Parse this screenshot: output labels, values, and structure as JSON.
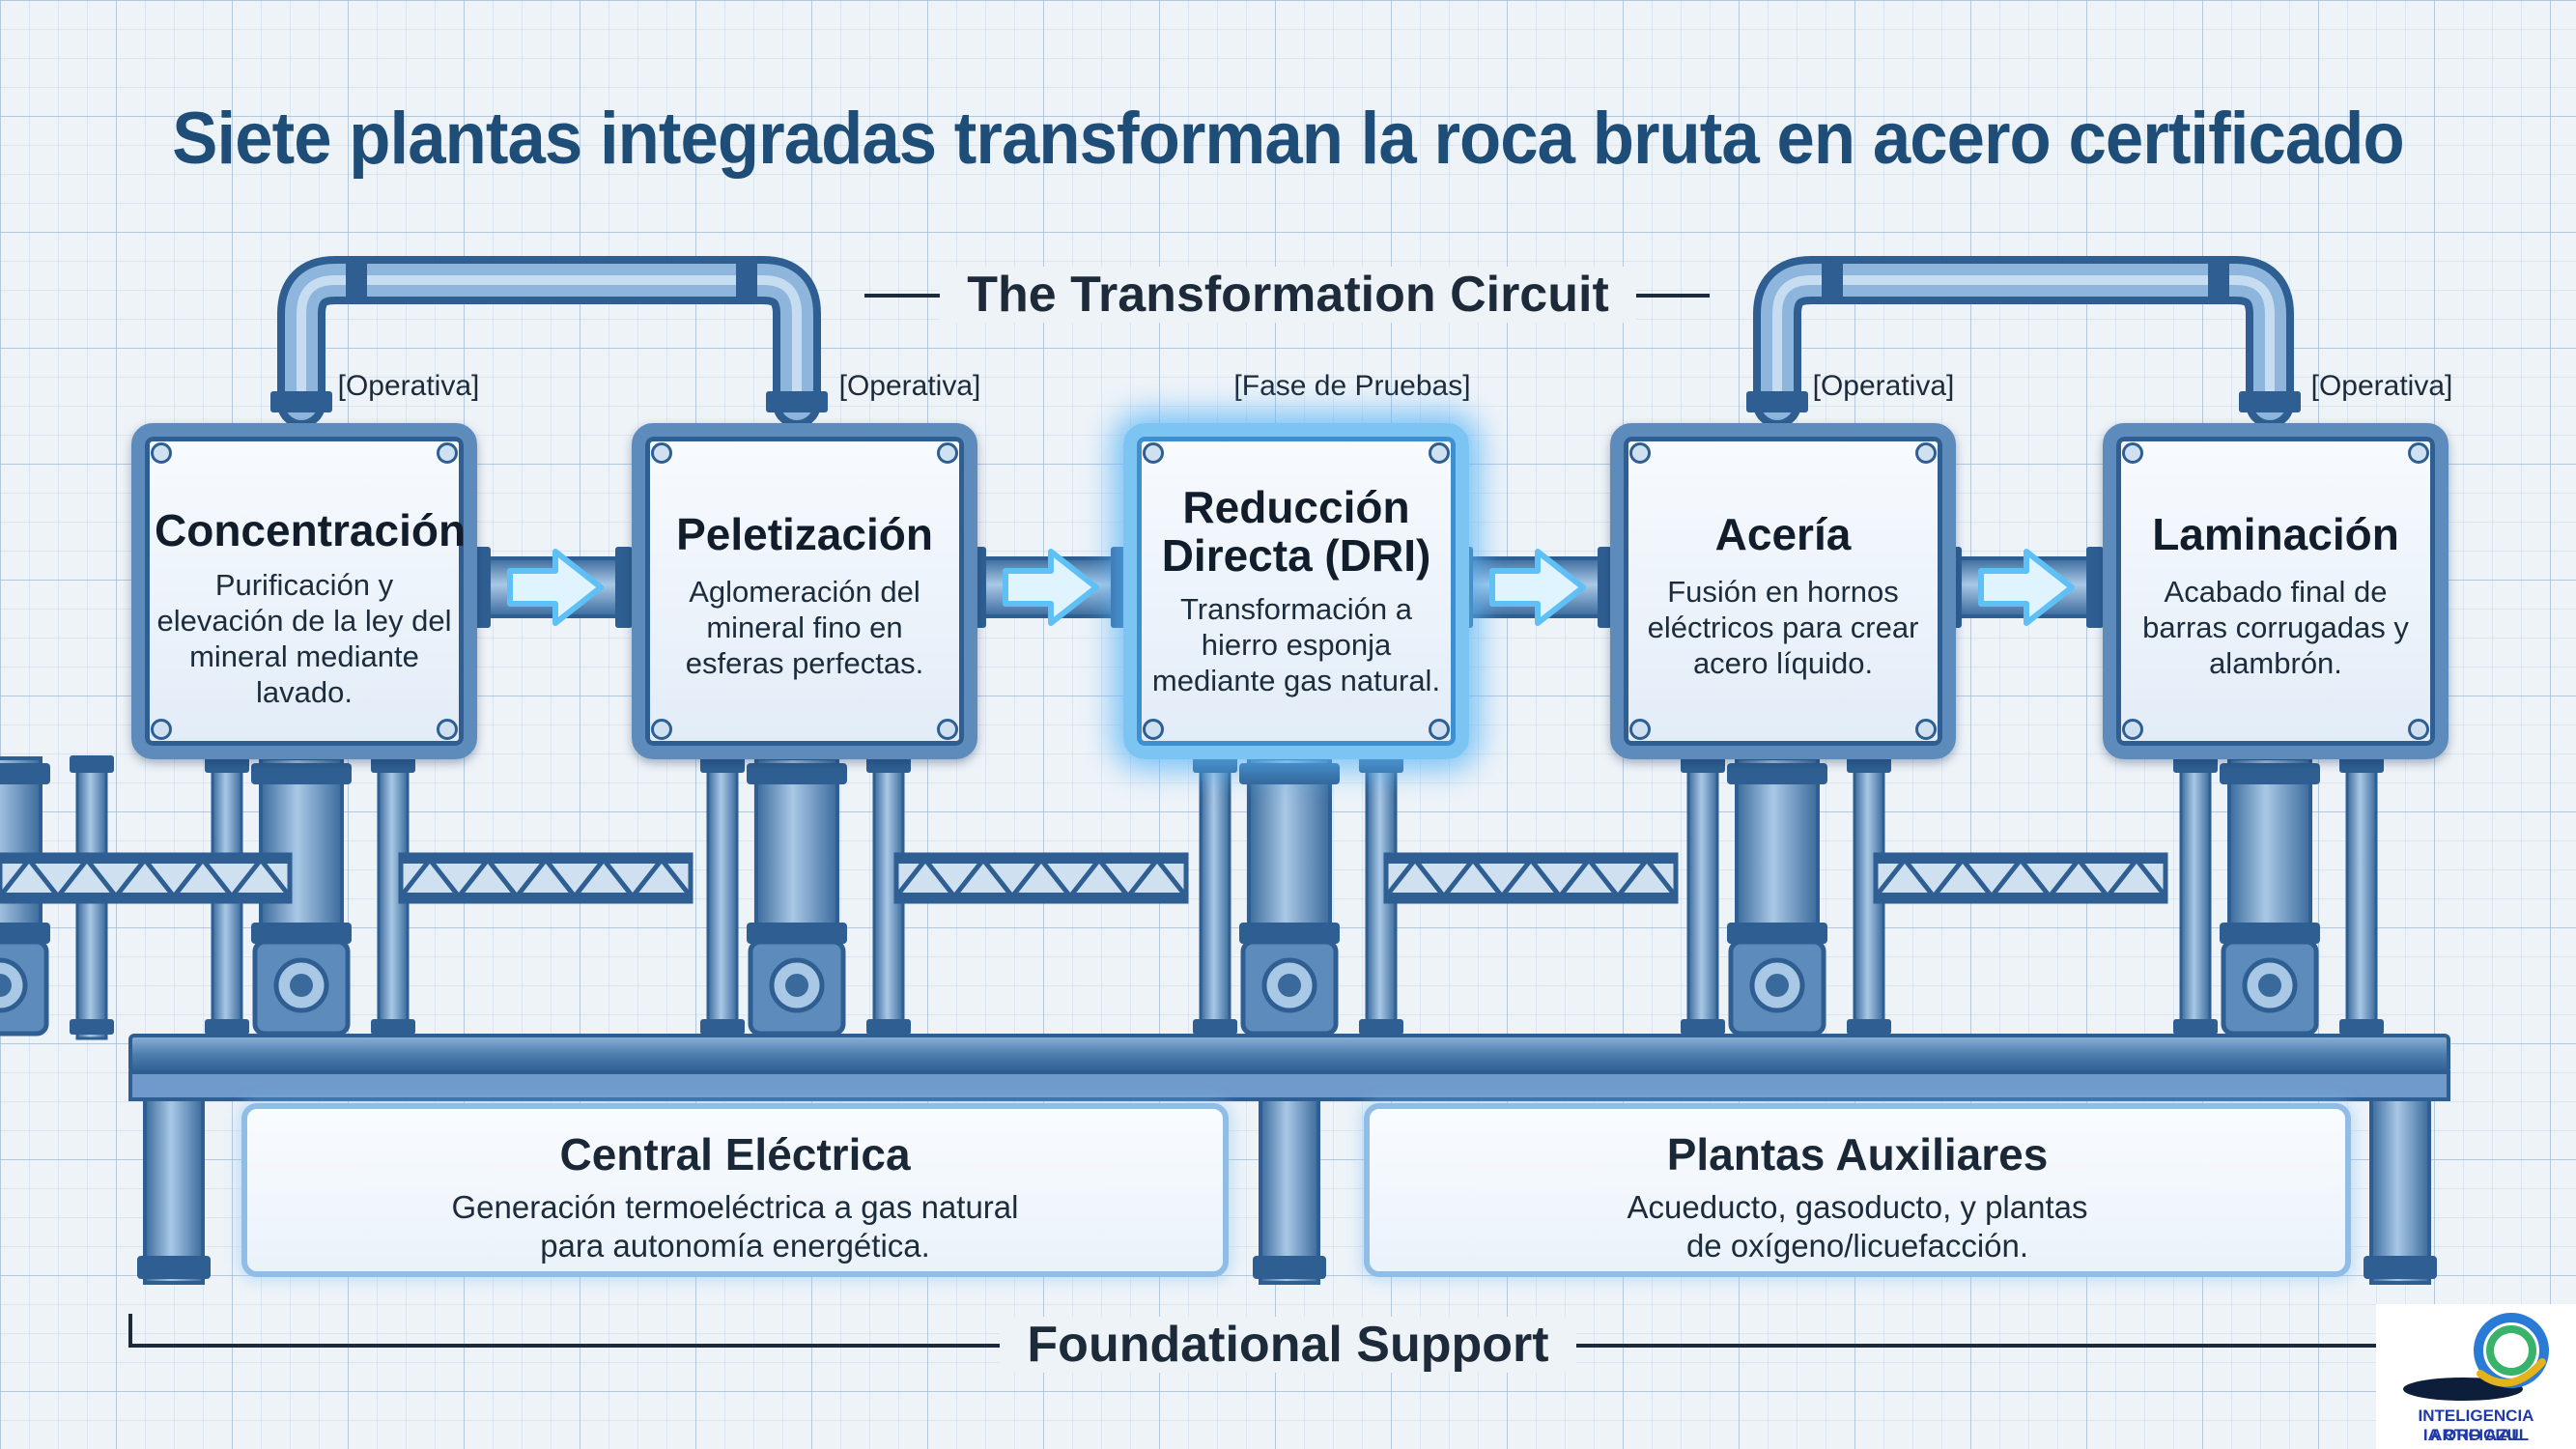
{
  "title": "Siete plantas integradas transforman la roca bruta en acero certificado",
  "circuit_heading": "The Transformation Circuit",
  "support_heading": "Foundational Support",
  "stages": [
    {
      "status": "[Operativa]",
      "name_lines": [
        "Concentración"
      ],
      "desc_lines": [
        "Purificación y",
        "elevación de la ley del",
        "mineral mediante",
        "lavado."
      ]
    },
    {
      "status": "[Operativa]",
      "name_lines": [
        "Peletización"
      ],
      "desc_lines": [
        "Aglomeración del",
        "mineral fino en",
        "esferas perfectas."
      ]
    },
    {
      "status": "[Fase de Pruebas]",
      "name_lines": [
        "Reducción",
        "Directa (DRI)"
      ],
      "desc_lines": [
        "Transformación a",
        "hierro esponja",
        "mediante gas natural."
      ]
    },
    {
      "status": "[Operativa]",
      "name_lines": [
        "Acería"
      ],
      "desc_lines": [
        "Fusión en hornos",
        "eléctricos para crear",
        "acero líquido."
      ]
    },
    {
      "status": "[Operativa]",
      "name_lines": [
        "Laminación"
      ],
      "desc_lines": [
        "Acabado final de",
        "barras corrugadas y",
        "alambrón."
      ]
    }
  ],
  "support": [
    {
      "name": "Central Eléctrica",
      "desc_lines": [
        "Generación termoeléctrica a gas natural",
        "para autonomía energética."
      ]
    },
    {
      "name": "Plantas Auxiliares",
      "desc_lines": [
        "Acueducto, gasoducto, y plantas",
        "de oxígeno/licuefacción."
      ]
    }
  ],
  "logo": {
    "line1": "INTELIGENCIA ARTIFICIAL",
    "line2": "IA ORO AZUL"
  },
  "colors": {
    "title": "#1e4d78",
    "steel": "#5d8bbb",
    "steel_dark": "#2f5f92",
    "glow": "#7cc4f2",
    "arrow": "#9fdcff"
  },
  "active_stage_index": 2
}
